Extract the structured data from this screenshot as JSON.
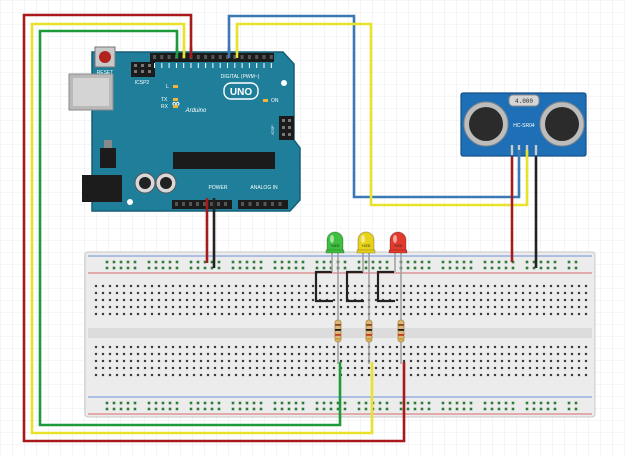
{
  "arduino": {
    "reset_label": "RESET",
    "icsp2_label": "ICSP2",
    "icsp_label": "ICSP",
    "brand_label": "Arduino",
    "model_label": "UNO",
    "digital_label": "DIGITAL (PWM~)",
    "power_label": "POWER",
    "analog_label": "ANALOG IN",
    "on_label": "ON",
    "l_label": "L",
    "tx_label": "TX",
    "rx_label": "RX"
  },
  "sensor": {
    "crystal_label": "4.000",
    "model_label": "HC-SR04"
  },
  "leds": [
    {
      "name": "green-led",
      "color": "#3fbf3f",
      "pin_label": "+LED"
    },
    {
      "name": "yellow-led",
      "color": "#e8d21a",
      "pin_label": "+LED"
    },
    {
      "name": "red-led",
      "color": "#e23b2e",
      "pin_label": "+LED"
    }
  ],
  "wire_colors": {
    "red": "#a8191b",
    "yellow": "#e9e22a",
    "green": "#1d9a3a",
    "blue": "#3a79b5",
    "black": "#222222"
  },
  "board_colors": {
    "arduino": "#1f7f9a",
    "sensor": "#1e6fb5",
    "breadboard": "#ececec"
  }
}
